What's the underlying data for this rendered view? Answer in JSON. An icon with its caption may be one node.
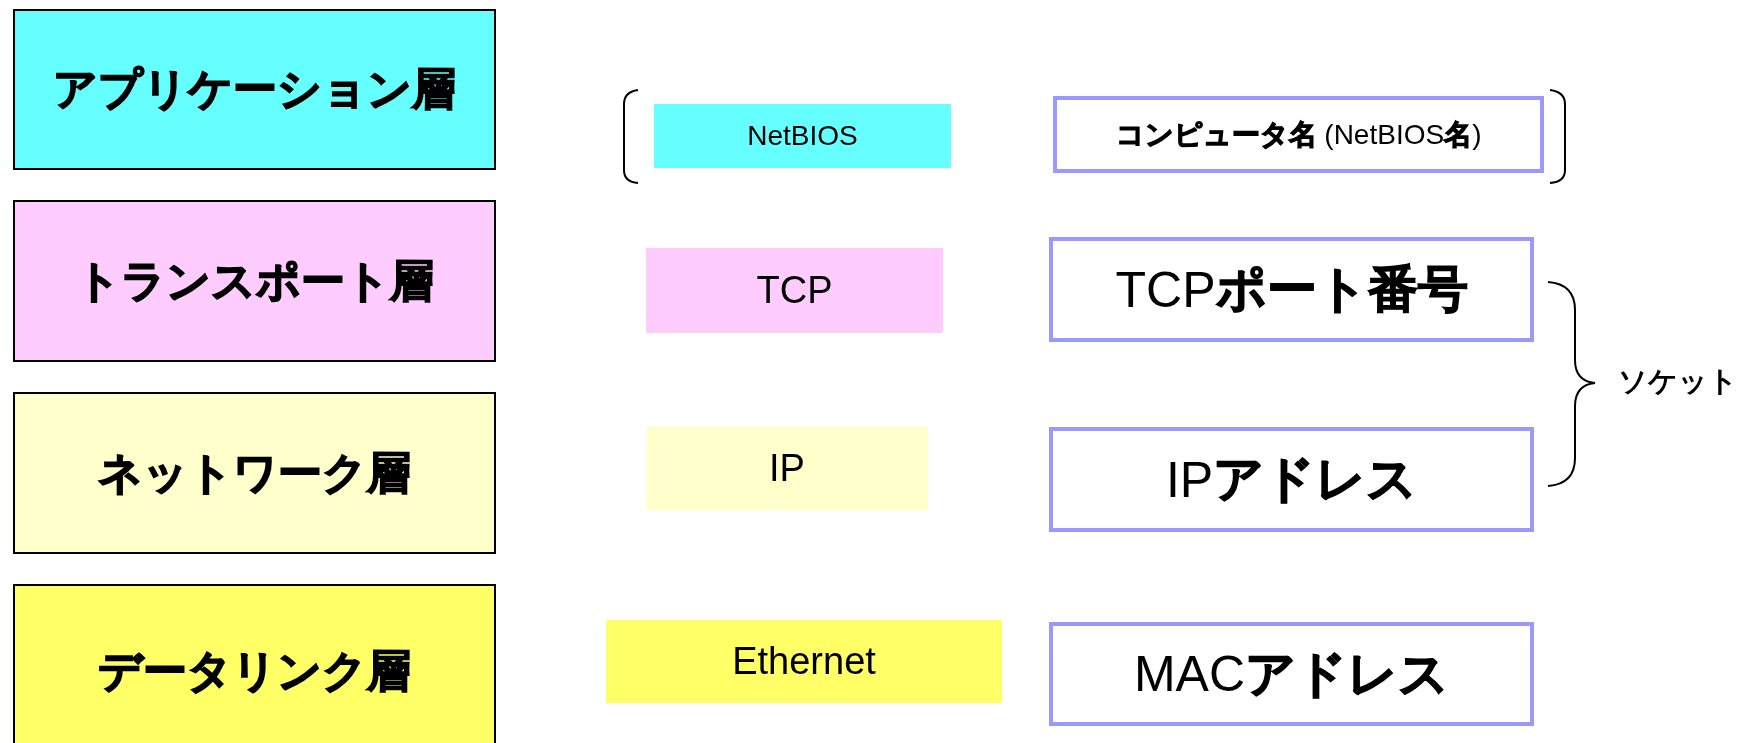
{
  "diagram": {
    "nodes": [
      {
        "text": [
          "アプリケーション層"
        ]
      },
      {
        "text": [
          "NetBIOS"
        ]
      },
      {
        "text": [
          "**コンピュータ名** (NetBIOS**名**)"
        ]
      },
      {
        "text": [
          "トランスポート層"
        ]
      },
      {
        "text": [
          "TCP"
        ]
      },
      {
        "text": [
          "TCP**ポート番号**"
        ]
      },
      {
        "text": [
          "ネットワーク層"
        ]
      },
      {
        "text": [
          "IP"
        ]
      },
      {
        "text": [
          "IP**アドレス**"
        ]
      },
      {
        "text": [
          "データリンク層"
        ]
      },
      {
        "text": [
          "Ethernet"
        ]
      },
      {
        "text": [
          "MAC**アドレス**"
        ]
      }
    ],
    "edges": [],
    "labels": [
      "ソケット"
    ]
  }
}
